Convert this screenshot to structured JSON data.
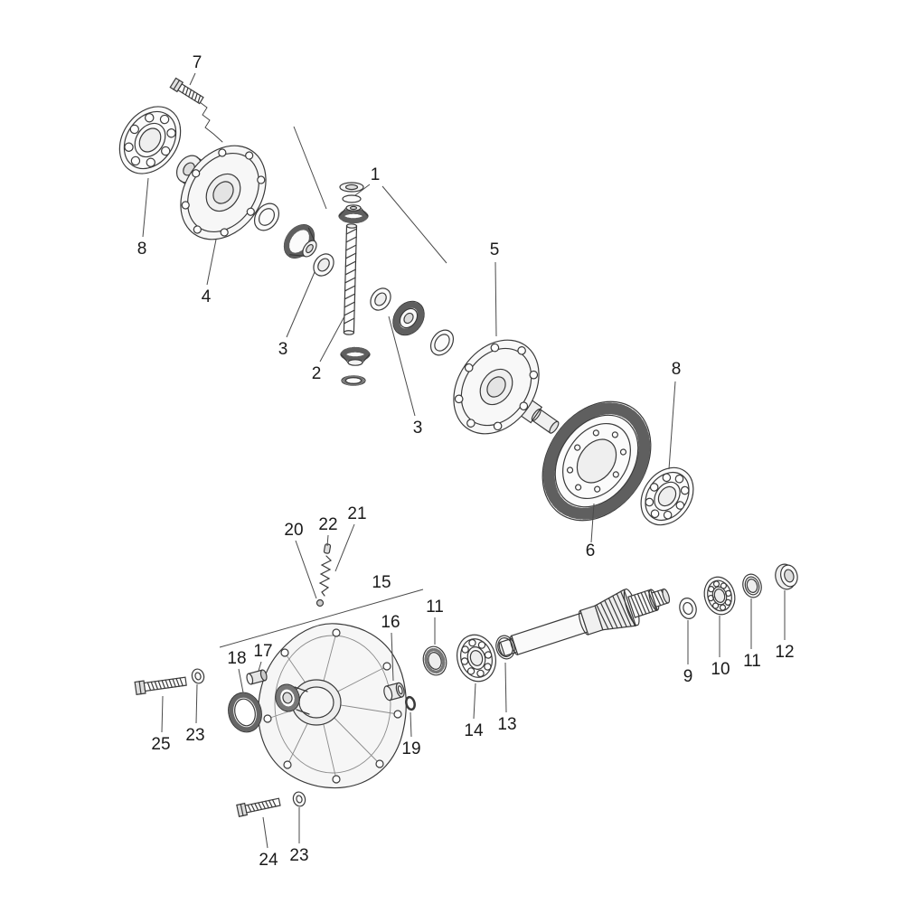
{
  "diagram": {
    "type": "exploded-parts-diagram",
    "subject": "transaxle differential exploded view",
    "colors": {
      "background": "#ffffff",
      "line": "#3a3a3a",
      "leader": "#4a4a4a",
      "teeth": "#5f5f5f",
      "label_text": "#1a1a1a",
      "fill_light": "#f7f7f7",
      "fill_mid": "#e6e6e6"
    },
    "labels": [
      {
        "text": "7"
      },
      {
        "text": "8"
      },
      {
        "text": "4"
      },
      {
        "text": "3"
      },
      {
        "text": "2"
      },
      {
        "text": "1"
      },
      {
        "text": "3"
      },
      {
        "text": "5"
      },
      {
        "text": "8"
      },
      {
        "text": "6"
      },
      {
        "text": "20"
      },
      {
        "text": "22"
      },
      {
        "text": "21"
      },
      {
        "text": "15"
      },
      {
        "text": "16"
      },
      {
        "text": "11"
      },
      {
        "text": "18"
      },
      {
        "text": "17"
      },
      {
        "text": "25"
      },
      {
        "text": "23"
      },
      {
        "text": "19"
      },
      {
        "text": "14"
      },
      {
        "text": "13"
      },
      {
        "text": "24"
      },
      {
        "text": "23"
      },
      {
        "text": "9"
      },
      {
        "text": "10"
      },
      {
        "text": "11"
      },
      {
        "text": "12"
      }
    ],
    "legend": {
      "1": "spider-gear-set",
      "2": "cross-shaft",
      "3": "small-bevel-gear-bearing",
      "4": "differential-carrier-flange",
      "5": "output-flange",
      "6": "ring-gear",
      "7": "hex-bolt",
      "8": "ball-bearing",
      "9": "washer",
      "10": "ball-bearing",
      "11": "ring",
      "12": "sleeve",
      "13": "snap-ring",
      "14": "ball-bearing",
      "15": "side-cover",
      "16": "sleeve",
      "17": "pin",
      "18": "seal-ring",
      "19": "o-ring",
      "20": "ball",
      "21": "spring",
      "22": "plug",
      "23": "washer",
      "24": "hex-bolt",
      "25": "hex-bolt"
    }
  }
}
